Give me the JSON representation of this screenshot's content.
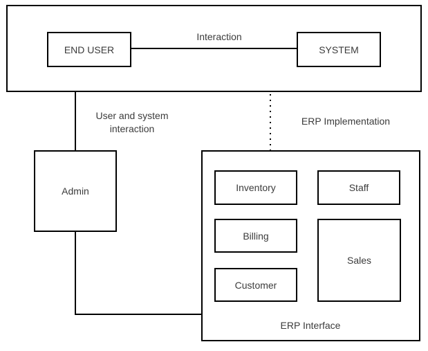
{
  "diagram": {
    "type": "flowchart",
    "background_color": "#ffffff",
    "line_color": "#000000",
    "text_color": "#3b3b3b",
    "nodes": {
      "end_user": "END USER",
      "system": "SYSTEM",
      "admin": "Admin",
      "inventory": "Inventory",
      "staff": "Staff",
      "billing": "Billing",
      "customer": "Customer",
      "sales": "Sales"
    },
    "labels": {
      "interaction": "Interaction",
      "user_system_interaction": "User and system interaction",
      "erp_implementation": "ERP Implementation",
      "erp_interface": "ERP Interface"
    },
    "edges": [
      {
        "from": "end_user",
        "to": "system",
        "label": "Interaction",
        "style": "solid"
      },
      {
        "from": "user_system_container",
        "to": "admin",
        "label": "User and system interaction",
        "style": "solid"
      },
      {
        "from": "user_system_container",
        "to": "erp_interface",
        "label": "ERP Implementation",
        "style": "dotted"
      },
      {
        "from": "admin",
        "to": "erp_interface",
        "label": "",
        "style": "solid"
      }
    ]
  }
}
